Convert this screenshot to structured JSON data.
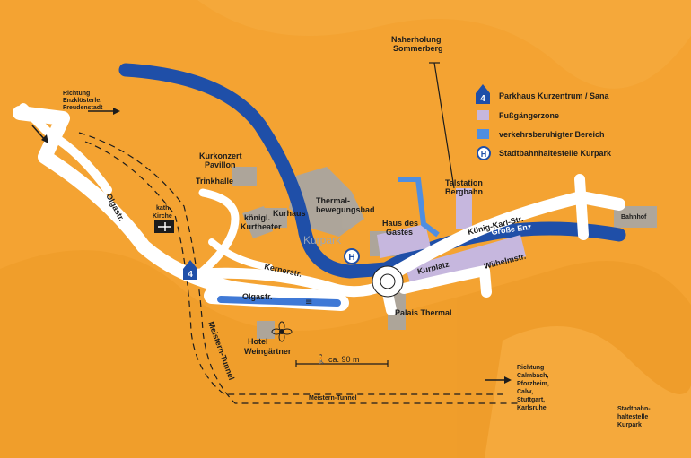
{
  "colors": {
    "background": "#f4a332",
    "road": "#ffffff",
    "tunnel": "#1c1c1c",
    "pedestrian_zone": "#c6b7de",
    "traffic_calmed": "#4f8ee0",
    "river": "#1f4fa8",
    "building": "#a6a6a6"
  },
  "legend": {
    "parking_number": "4",
    "parking": "Parkhaus Kurzentrum / Sana",
    "pedestrian": "Fußgängerzone",
    "traffic_calmed": "verkehrsberuhigter Bereich",
    "tram_symbol": "H",
    "tram": "Stadtbahnhaltestelle Kurpark"
  },
  "destinations": {
    "northwest": [
      "Richtung",
      "Enzklösterle,",
      "Freudenstadt"
    ],
    "east": [
      "Richtung",
      "Calmbach,",
      "Pforzheim,",
      "Calw,",
      "Stuttgart,",
      "Karlsruhe"
    ],
    "naherholung": [
      "Naherholung",
      "Sommerberg"
    ],
    "tram_stop": [
      "Stadtbahn-",
      "haltestelle",
      "Kurpark"
    ]
  },
  "places": {
    "kurkonzert": [
      "Kurkonzert",
      "Pavillon"
    ],
    "trinkhalle": "Trinkhalle",
    "kurhaus": "Kurhaus",
    "thermalbad": [
      "Thermal-",
      "bewegungsbad"
    ],
    "kurtheater": [
      "königl.",
      "Kurtheater"
    ],
    "kirche": [
      "kath.",
      "Kirche"
    ],
    "kurpark": "Kurpark",
    "haus_des_gastes": [
      "Haus des",
      "Gastes"
    ],
    "talstation": [
      "Talstation",
      "Bergbahn"
    ],
    "bahnhof": "Bahnhof",
    "palais": "Palais Thermal",
    "hotel": [
      "Hotel",
      "Weingärtner"
    ]
  },
  "streets": {
    "olgastr_west": "Olgastr.",
    "olgastr_south": "Olgastr.",
    "kernerstr": "Kernerstr.",
    "koenig_karl": "König-Karl-Str.",
    "wilhelmstr": "Wilhelmstr.",
    "kurplatz": "Kurplatz",
    "meistern_tunnel_1": "Meistern-Tunnel",
    "meistern_tunnel_2": "Meistern-Tunnel"
  },
  "river": {
    "name": "Große Enz"
  },
  "scale": {
    "label": "ca. 90 m"
  },
  "parking_marker": {
    "number": "4"
  },
  "tram_marker": {
    "symbol": "H"
  }
}
